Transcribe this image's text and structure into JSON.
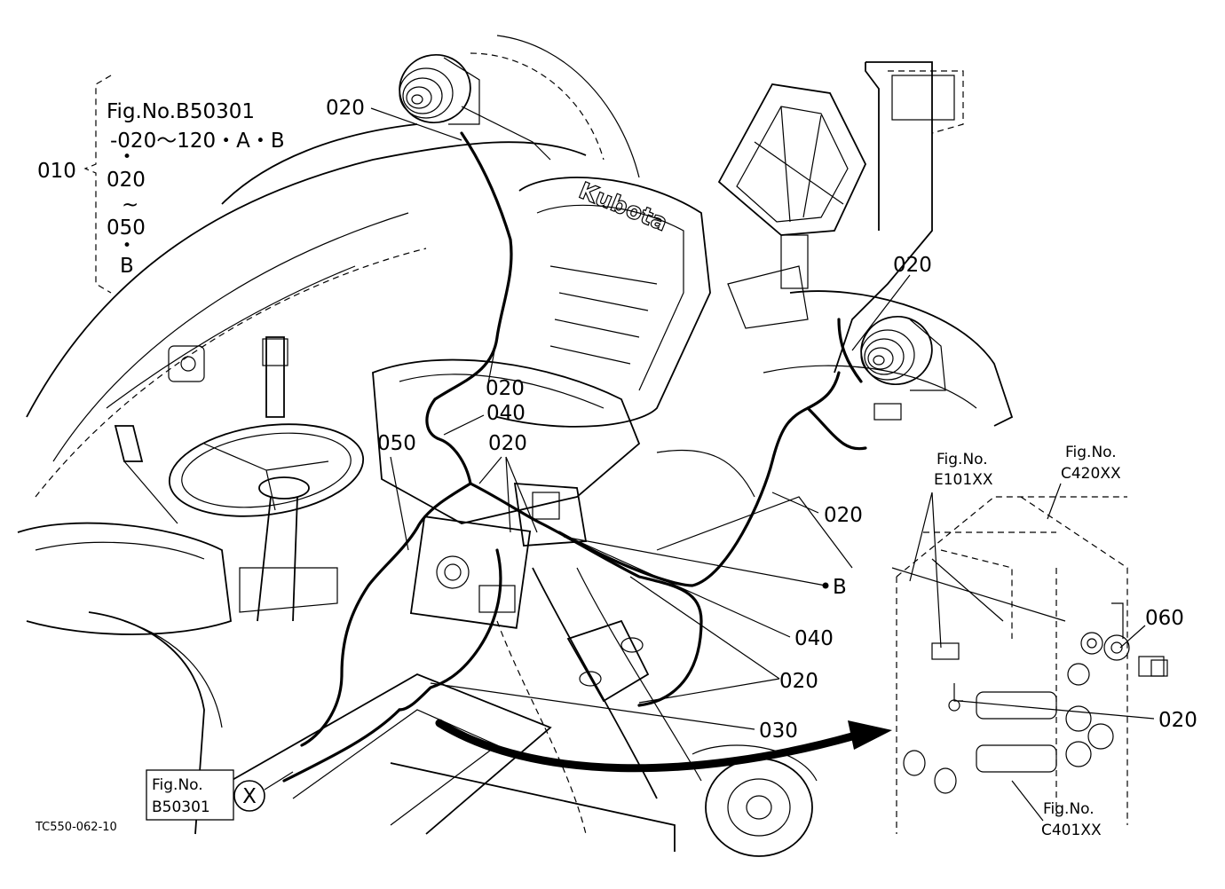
{
  "drawing_id": "TC550-062-10",
  "brand_mark": "Kubota",
  "bracket": {
    "main_part": "010",
    "lines": [
      "Fig.No.B50301",
      "-020～120・A・B",
      "•",
      "020",
      "~",
      "050",
      "•",
      "B"
    ]
  },
  "callouts": {
    "c_020_top": "020",
    "c_020_right": "020",
    "c_020_seat": "020",
    "c_040_seat": "040",
    "c_020_mid": "020",
    "c_050": "050",
    "c_020_frame": "020",
    "c_b": "B",
    "c_040_low": "040",
    "c_020_low": "020",
    "c_030": "030",
    "c_060": "060",
    "c_020_inset": "020"
  },
  "fig_refs": {
    "e101": {
      "line1": "Fig.No.",
      "line2": "E101XX"
    },
    "c420": {
      "line1": "Fig.No.",
      "line2": "C420XX"
    },
    "c401": {
      "line1": "Fig.No.",
      "line2": "C401XX"
    },
    "b50301": {
      "line1": "Fig.No.",
      "line2": "B50301"
    }
  },
  "connector_marker": "X"
}
